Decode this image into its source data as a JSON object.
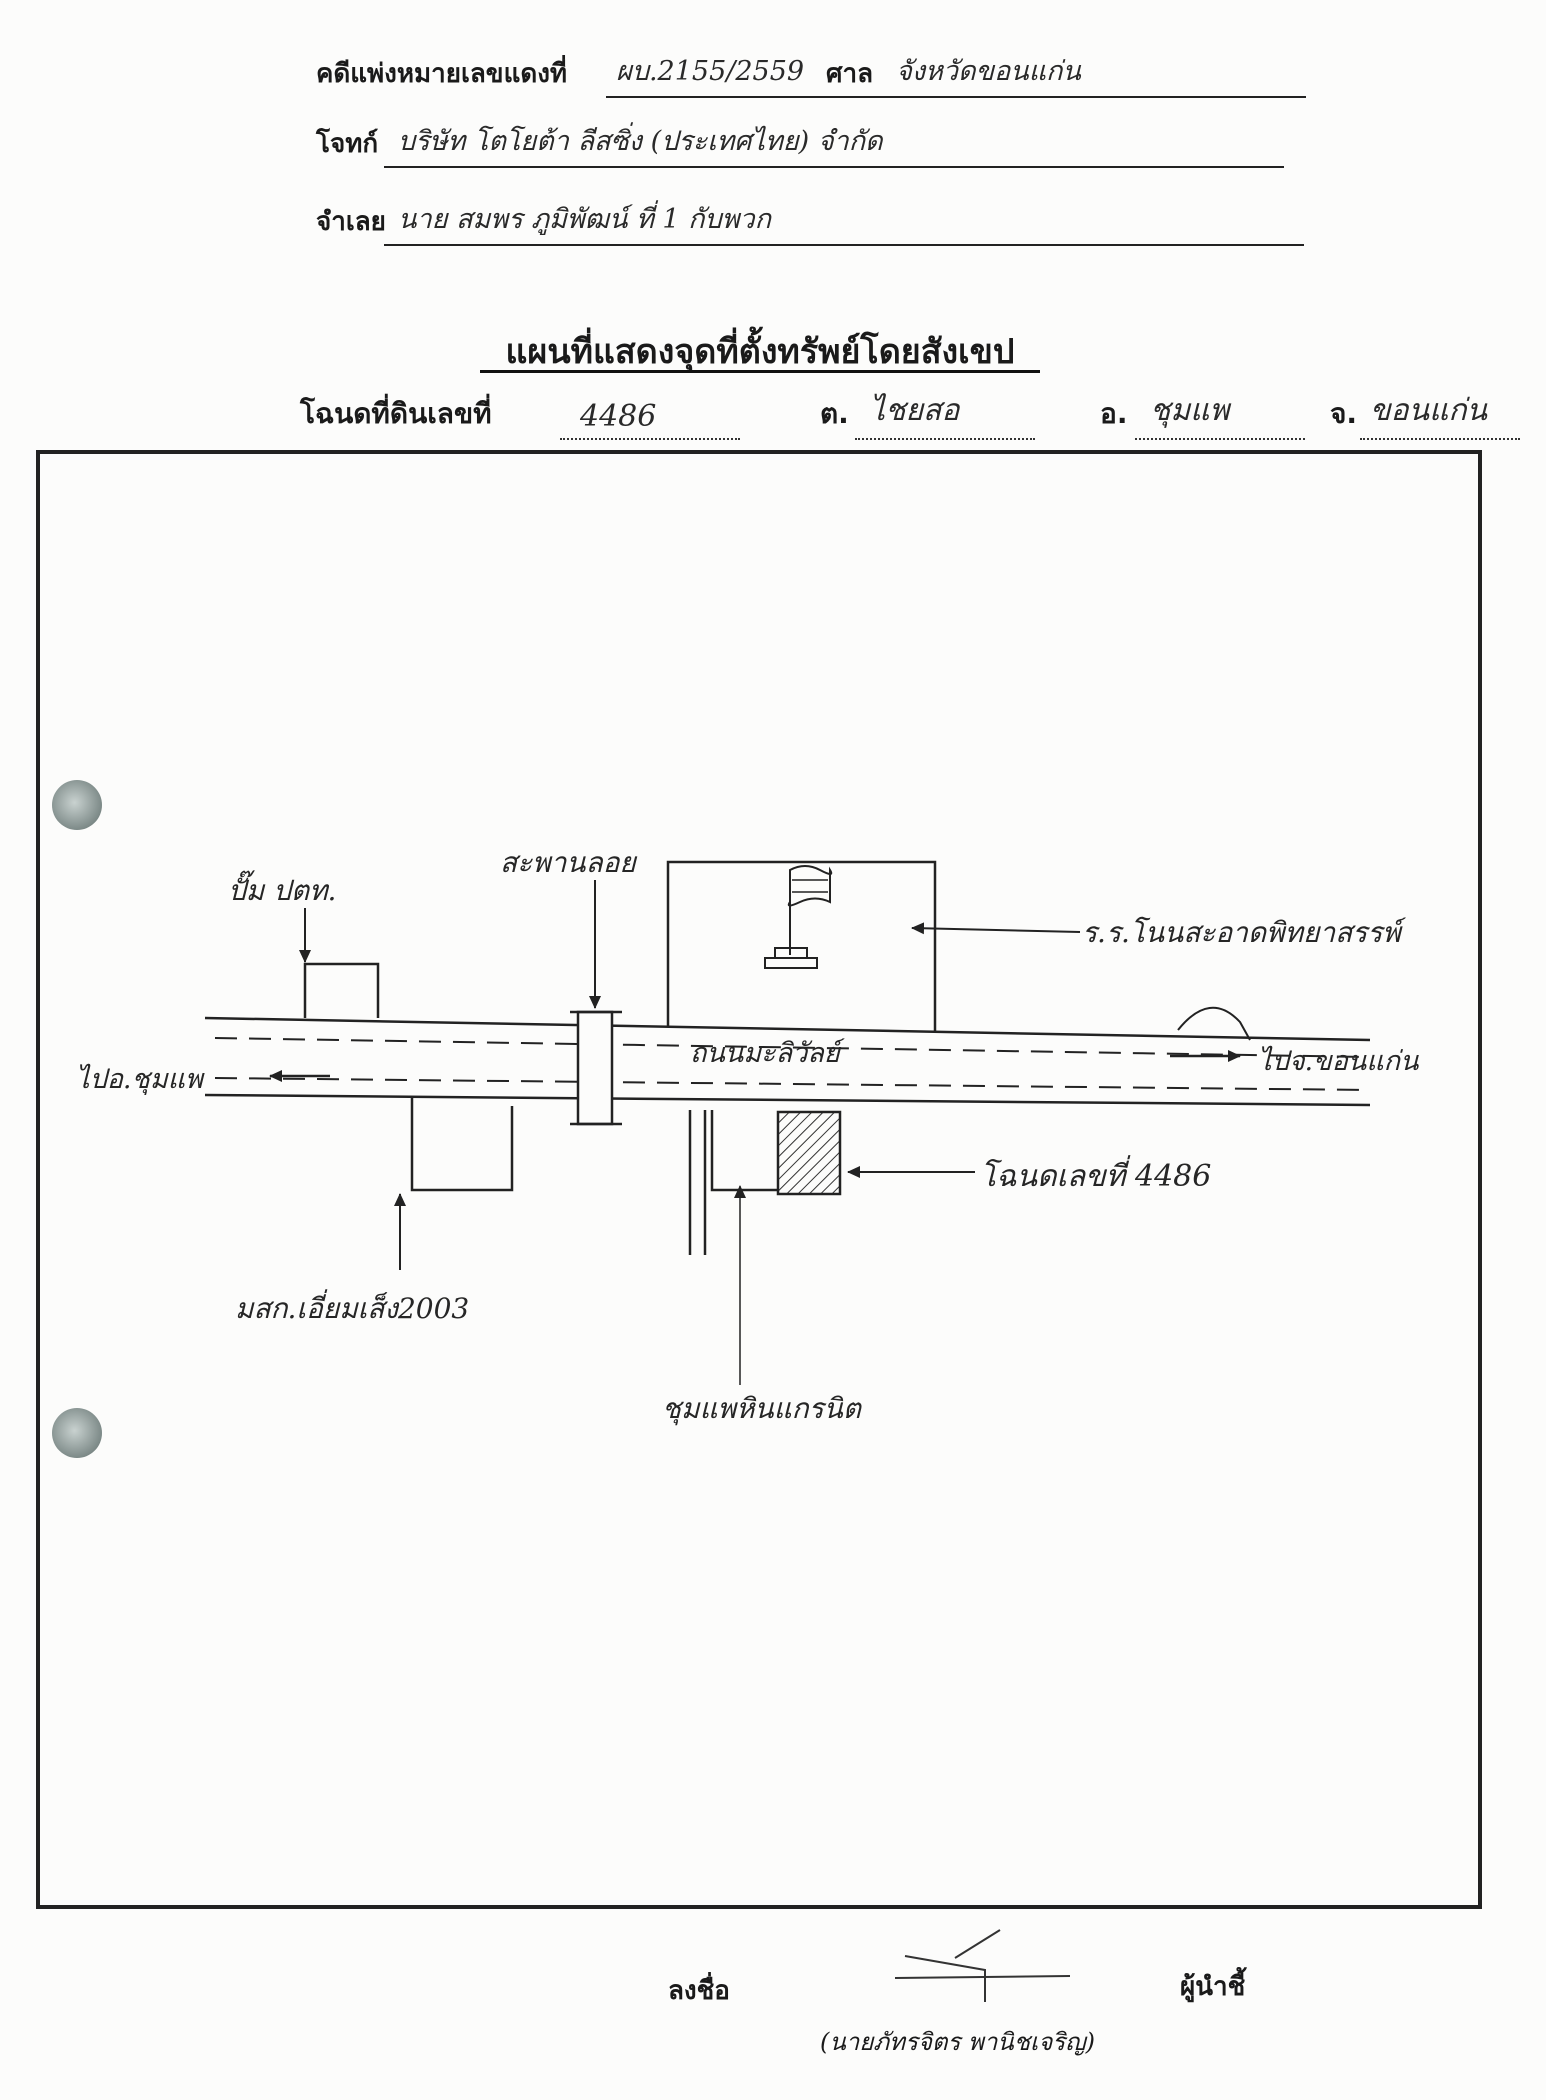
{
  "header": {
    "case_label": "คดีแพ่งหมายเลขแดงที่",
    "case_value": "ผบ.2155/2559",
    "court_label": "ศาล",
    "court_value": "จังหวัดขอนแก่น",
    "plaintiff_label": "โจทก์",
    "plaintiff_value": "บริษัท โตโยต้า ลีสซิ่ง (ประเทศไทย) จำกัด",
    "defendant_label": "จำเลย",
    "defendant_value": "นาย สมพร ภูมิพัฒน์ ที่ 1 กับพวก"
  },
  "map_title": "แผนที่แสดงจุดที่ตั้งทรัพย์โดยสังเขป",
  "location": {
    "deed_label": "โฉนดที่ดินเลขที่",
    "deed_value": "4486",
    "subdistrict_label": "ต.",
    "subdistrict_value": "ไชยสอ",
    "district_label": "อ.",
    "district_value": "ชุมแพ",
    "province_label": "จ.",
    "province_value": "ขอนแก่น"
  },
  "diagram_labels": {
    "pump": "ปั๊ม ปตท.",
    "overpass": "สะพานลอย",
    "school": "ร.ร.โนนสะอาดพิทยาสรรพ์",
    "road": "ถนนมะลิวัลย์",
    "to_chumphae": "ไปอ.ชุมแพ",
    "to_khonkaen": "ไปจ.ขอนแก่น",
    "land_plot": "โฉนดเลขที่ 4486",
    "housing": "มสก.เอี่ยมเส็ง2003",
    "granite": "ชุมแพหินแกรนิต"
  },
  "signature": {
    "sign_label": "ลงชื่อ",
    "role_label": "ผู้นำชี้",
    "name": "(นายภัทรจิตร พานิชเจริญ)"
  },
  "colors": {
    "ink": "#222222",
    "paper": "#fcfcfb",
    "hatch": "#333333"
  }
}
